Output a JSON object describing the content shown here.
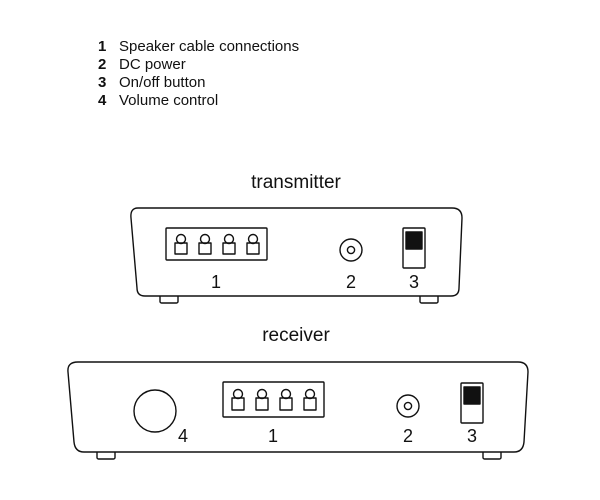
{
  "legend": [
    {
      "number": "1",
      "text": "Speaker cable connections"
    },
    {
      "number": "2",
      "text": "DC power"
    },
    {
      "number": "3",
      "text": "On/off button"
    },
    {
      "number": "4",
      "text": "Volume control"
    }
  ],
  "transmitter": {
    "title": "transmitter",
    "labels": {
      "terminals": "1",
      "dc_power": "2",
      "switch": "3"
    }
  },
  "receiver": {
    "title": "receiver",
    "labels": {
      "volume": "4",
      "terminals": "1",
      "dc_power": "2",
      "switch": "3"
    }
  }
}
